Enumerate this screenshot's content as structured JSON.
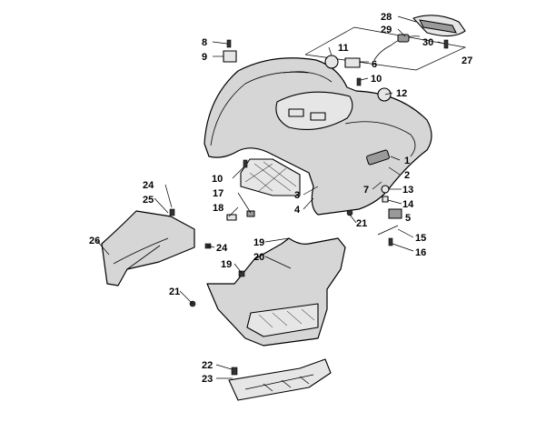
{
  "diagram": {
    "callouts": [
      {
        "id": "c1",
        "text": "1"
      },
      {
        "id": "c2",
        "text": "2"
      },
      {
        "id": "c3",
        "text": "3"
      },
      {
        "id": "c4",
        "text": "4"
      },
      {
        "id": "c5",
        "text": "5"
      },
      {
        "id": "c6",
        "text": "6"
      },
      {
        "id": "c7",
        "text": "7"
      },
      {
        "id": "c8",
        "text": "8"
      },
      {
        "id": "c9",
        "text": "9"
      },
      {
        "id": "c10a",
        "text": "10"
      },
      {
        "id": "c10b",
        "text": "10"
      },
      {
        "id": "c11",
        "text": "11"
      },
      {
        "id": "c12",
        "text": "12"
      },
      {
        "id": "c13",
        "text": "13"
      },
      {
        "id": "c14",
        "text": "14"
      },
      {
        "id": "c15",
        "text": "15"
      },
      {
        "id": "c16",
        "text": "16"
      },
      {
        "id": "c17",
        "text": "17"
      },
      {
        "id": "c18",
        "text": "18"
      },
      {
        "id": "c19a",
        "text": "19"
      },
      {
        "id": "c19b",
        "text": "19"
      },
      {
        "id": "c20",
        "text": "20"
      },
      {
        "id": "c21a",
        "text": "21"
      },
      {
        "id": "c21b",
        "text": "21"
      },
      {
        "id": "c22",
        "text": "22"
      },
      {
        "id": "c23",
        "text": "23"
      },
      {
        "id": "c24a",
        "text": "24"
      },
      {
        "id": "c24b",
        "text": "24"
      },
      {
        "id": "c25",
        "text": "25"
      },
      {
        "id": "c26",
        "text": "26"
      },
      {
        "id": "c27",
        "text": "27"
      },
      {
        "id": "c28",
        "text": "28"
      },
      {
        "id": "c29",
        "text": "29"
      },
      {
        "id": "c30",
        "text": "30"
      }
    ]
  }
}
